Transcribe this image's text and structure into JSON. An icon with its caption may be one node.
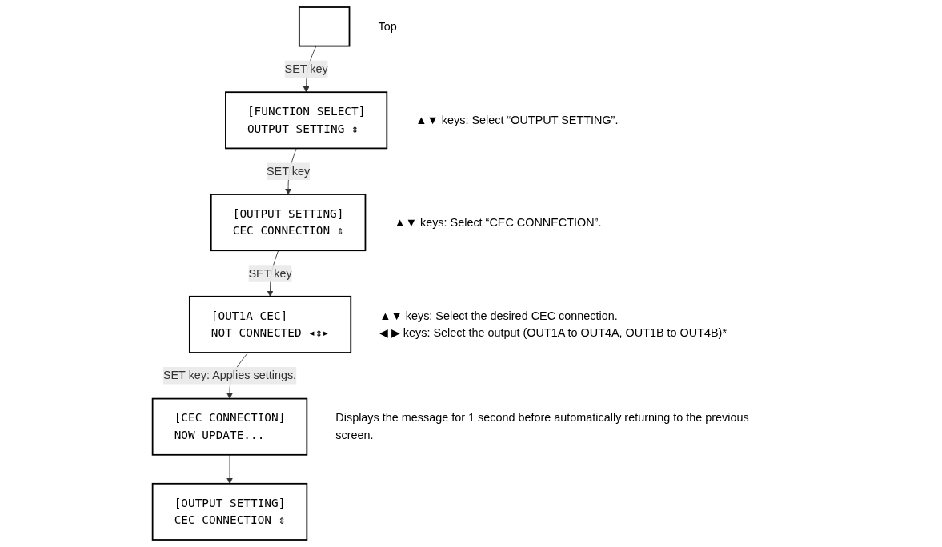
{
  "diagram": {
    "nodes": [
      {
        "text": [],
        "shape": "box",
        "beside": [
          "Top"
        ]
      },
      {
        "text": [
          "[FUNCTION SELECT]",
          "OUTPUT SETTING ⇕"
        ],
        "beside": [
          "▲▼ keys: Select “OUTPUT SETTING”."
        ]
      },
      {
        "text": [
          "[OUTPUT SETTING]",
          "CEC CONNECTION ⇕"
        ],
        "beside": [
          "▲▼ keys: Select “CEC CONNECTION”."
        ]
      },
      {
        "text": [
          "[OUT1A CEC]",
          "NOT CONNECTED ◂⇕▸"
        ],
        "beside": [
          "▲▼ keys: Select the desired CEC connection.",
          "◀ ▶ keys: Select the output (OUT1A to OUT4A, OUT1B to OUT4B)*"
        ]
      },
      {
        "text": [
          "[CEC CONNECTION]",
          "NOW UPDATE..."
        ],
        "beside": [
          "Displays the message for 1 second before automatically returning to the previous screen."
        ]
      },
      {
        "text": [
          "[OUTPUT SETTING]",
          "CEC CONNECTION ⇕"
        ]
      }
    ],
    "edges": [
      {
        "from": 0,
        "to": 1,
        "arrow": "to",
        "label": "SET key"
      },
      {
        "from": 1,
        "to": 2,
        "arrow": "to",
        "label": "SET key"
      },
      {
        "from": 2,
        "to": 3,
        "arrow": "to",
        "label": "SET key"
      },
      {
        "from": 3,
        "to": 4,
        "arrow": "to",
        "label": "SET key: Applies settings."
      },
      {
        "from": 4,
        "to": 5,
        "arrow": "to"
      }
    ]
  }
}
